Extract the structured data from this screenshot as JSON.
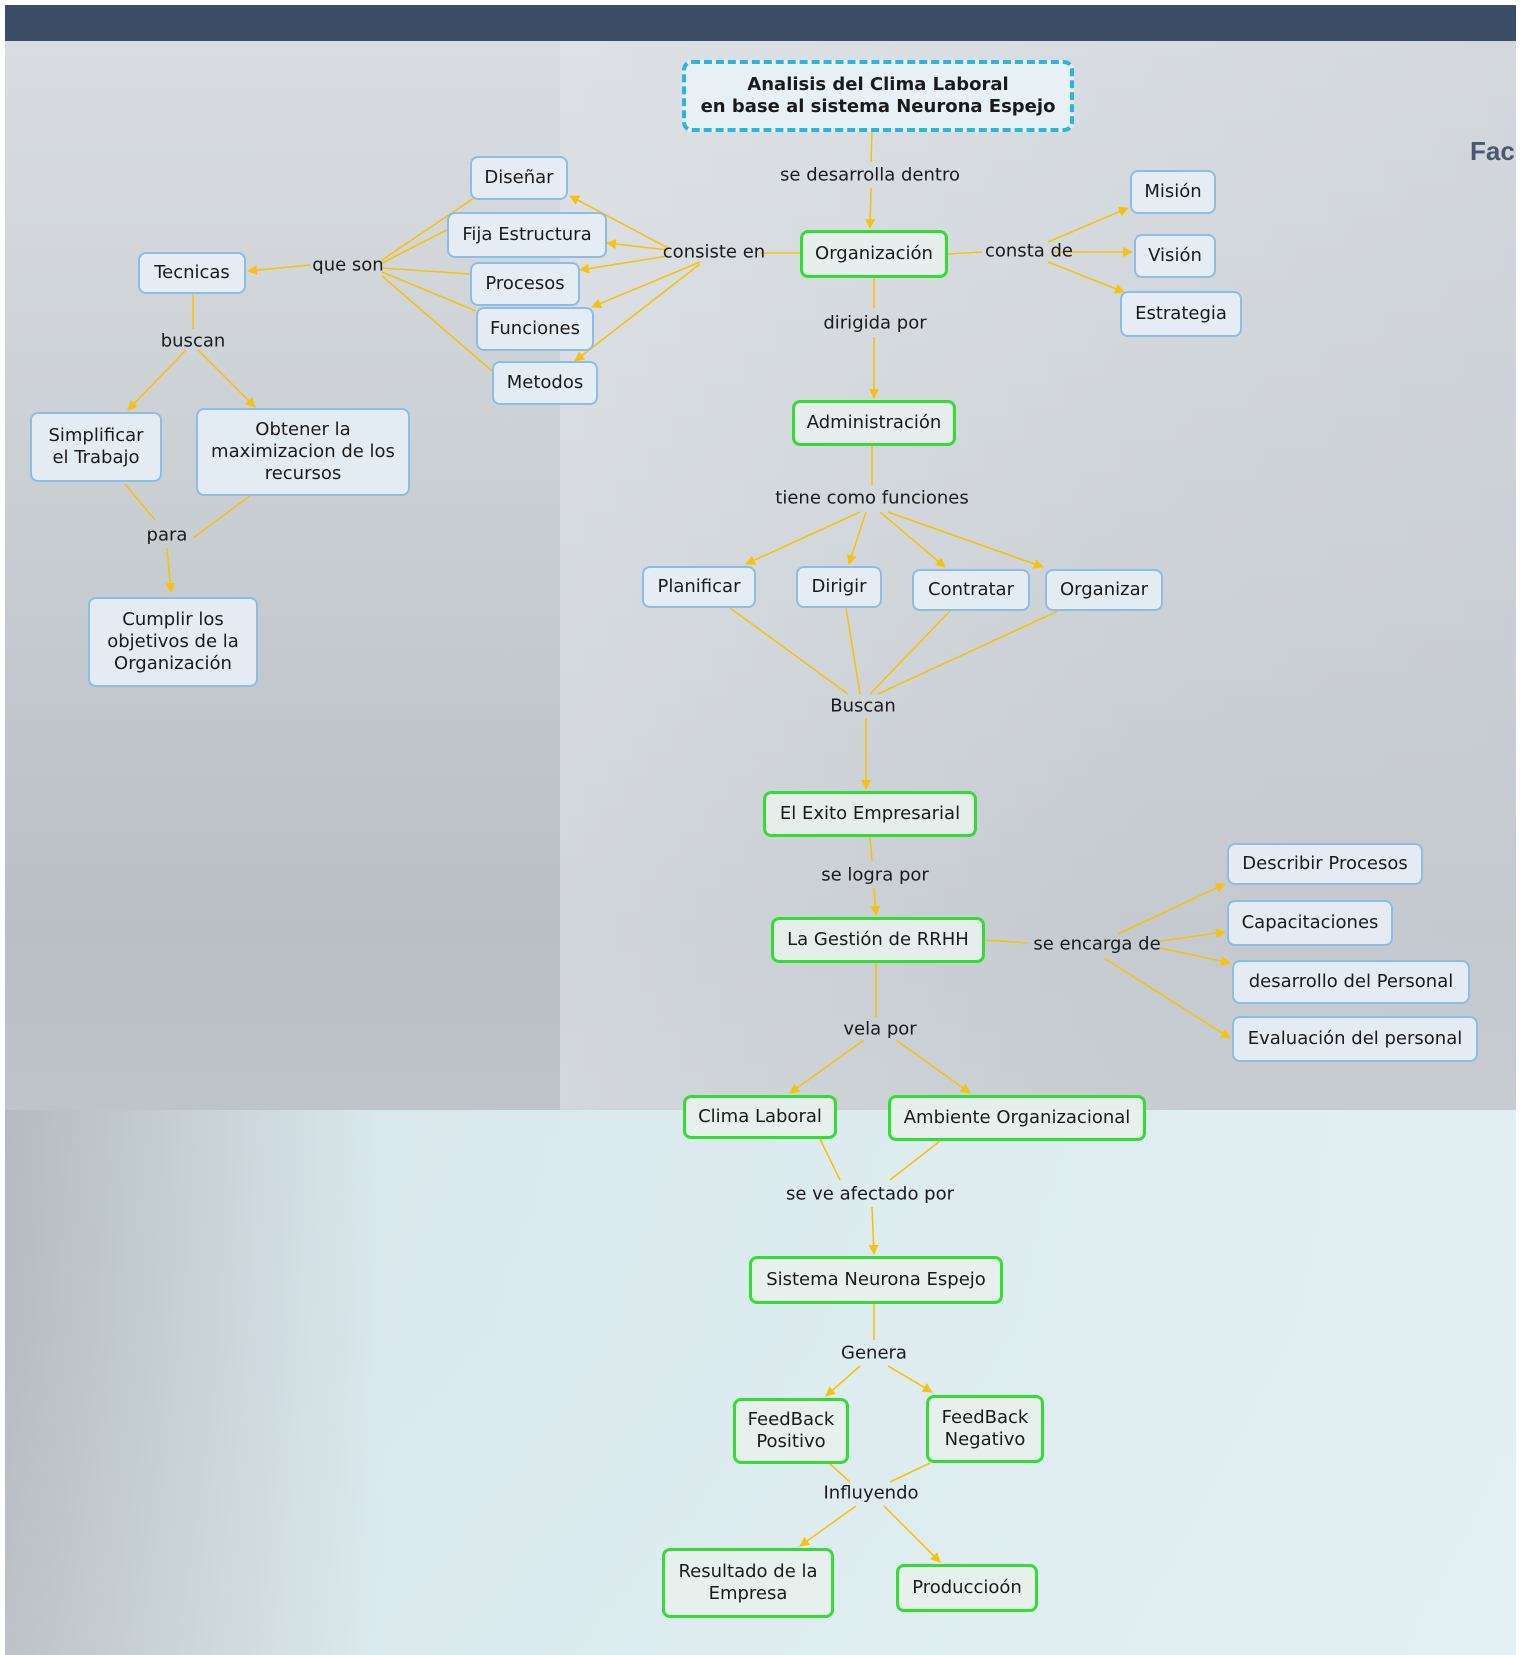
{
  "header": {
    "partial_text": "Fac"
  },
  "title": "Analisis del Clima Laboral\nen base al sistema Neurona Espejo",
  "nodes": {
    "organizacion": "Organización",
    "mision": "Misión",
    "vision": "Visión",
    "estrategia": "Estrategia",
    "disenar": "Diseñar",
    "fija_estructura": "Fija Estructura",
    "procesos": "Procesos",
    "funciones": "Funciones",
    "metodos": "Metodos",
    "tecnicas": "Tecnicas",
    "simplificar": "Simplificar\nel Trabajo",
    "obtener": "Obtener la\nmaximizacion de los\nrecursos",
    "cumplir": "Cumplir los\nobjetivos de la\nOrganización",
    "administracion": "Administración",
    "planificar": "Planificar",
    "dirigir": "Dirigir",
    "contratar": "Contratar",
    "organizar": "Organizar",
    "exito": "El Exito Empresarial",
    "gestion": "La Gestión de RRHH",
    "describir": "Describir Procesos",
    "capacitaciones": "Capacitaciones",
    "desarrollo": "desarrollo del Personal",
    "evaluacion": "Evaluación del personal",
    "clima": "Clima Laboral",
    "ambiente": "Ambiente Organizacional",
    "sistema": "Sistema Neurona Espejo",
    "fb_positivo": "FeedBack\nPositivo",
    "fb_negativo": "FeedBack\nNegativo",
    "resultado": "Resultado de la\nEmpresa",
    "produccion": "Produccioón"
  },
  "links": {
    "se_desarrolla": "se desarrolla dentro",
    "consiste_en": "consiste en",
    "consta_de": "consta de",
    "que_son": "que son",
    "buscan_lower": "buscan",
    "para": "para",
    "dirigida_por": "dirigida por",
    "tiene_como": "tiene como funciones",
    "buscan_cap": "Buscan",
    "se_logra": "se logra por",
    "se_encarga": "se encarga de",
    "vela_por": "vela por",
    "se_ve_afectado": "se ve afectado por",
    "genera": "Genera",
    "influyendo": "Influyendo"
  },
  "colors": {
    "concept_border": "#8bbde6",
    "main_border": "#33dd33",
    "title_border": "#29b5e0",
    "connector": "#f5c20f",
    "top_bar": "#3b4d66"
  }
}
